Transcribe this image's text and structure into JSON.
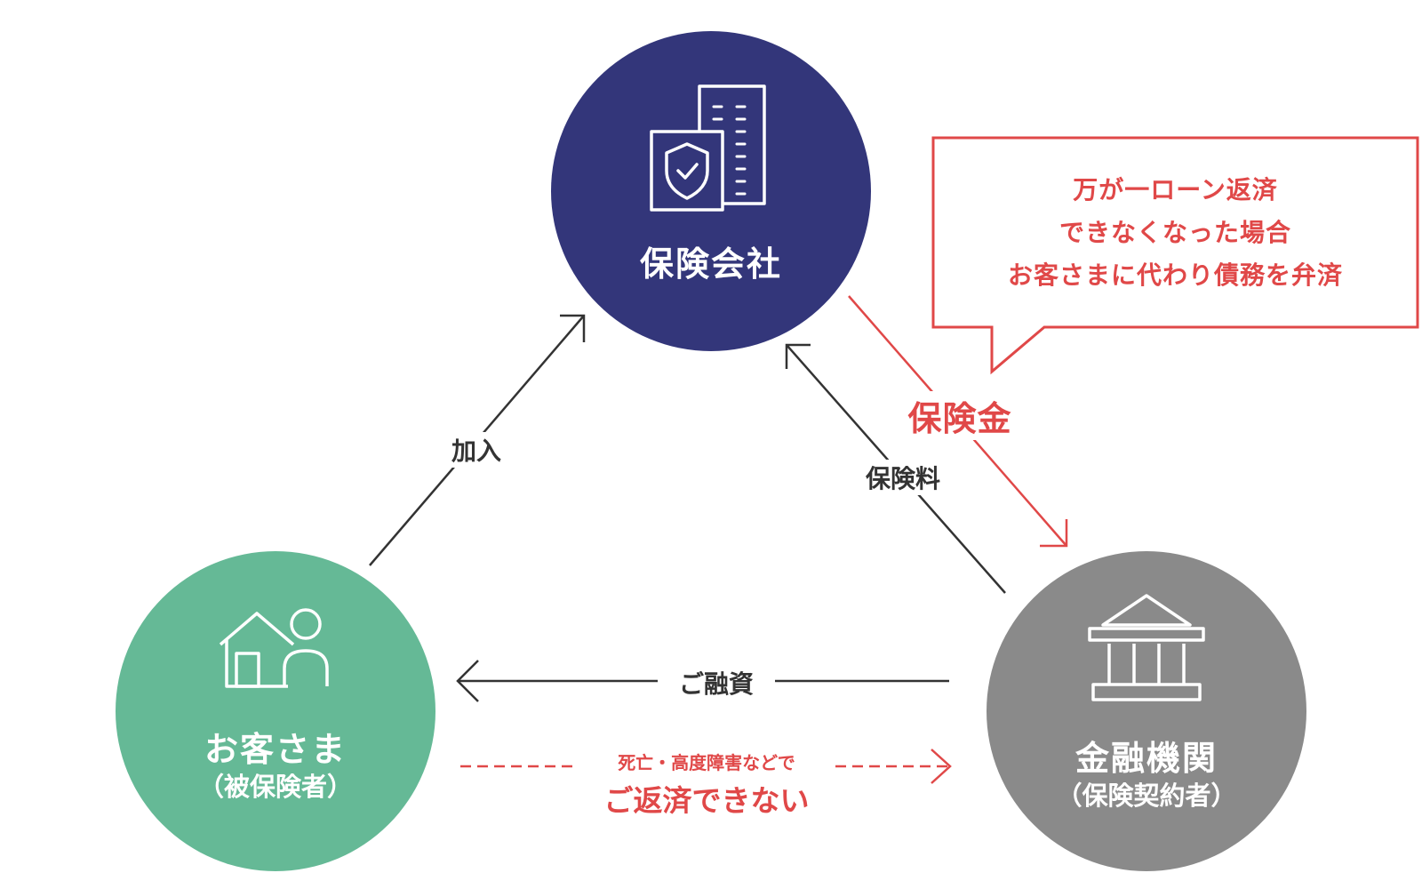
{
  "nodes": {
    "insurer": {
      "title": "保険会社",
      "icon": "insurance-building-icon",
      "color": "#33367a"
    },
    "customer": {
      "title": "お客さま",
      "subtitle": "（被保険者）",
      "icon": "house-person-icon",
      "color": "#65b996"
    },
    "bank": {
      "title": "金融機関",
      "subtitle": "（保険契約者）",
      "icon": "bank-icon",
      "color": "#8a8a8a"
    }
  },
  "edges": {
    "join": {
      "label": "加入"
    },
    "premium": {
      "label": "保険料"
    },
    "payout": {
      "label": "保険金",
      "color": "#e04848"
    },
    "loan": {
      "label": "ご融資"
    },
    "default": {
      "small_label": "死亡・高度障害などで",
      "main_label": "ご返済できない",
      "color": "#e04848"
    }
  },
  "callout": {
    "lines": [
      "万が一ローン返済",
      "できなくなった場合",
      "お客さまに代わり債務を弁済"
    ]
  },
  "colors": {
    "text": "#333333",
    "accent_red": "#e04848",
    "line": "#333333"
  }
}
